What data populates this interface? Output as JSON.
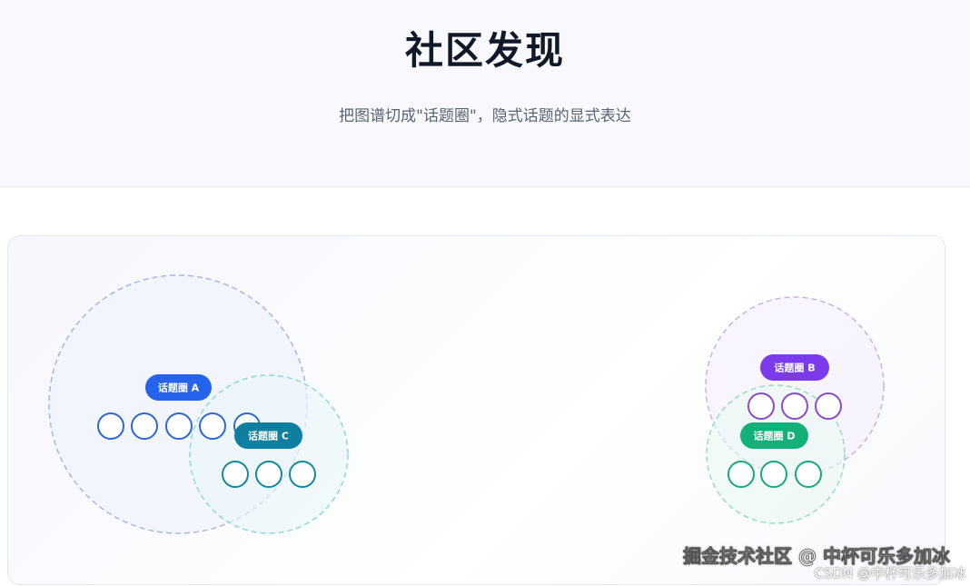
{
  "header": {
    "title": "社区发现",
    "subtitle": "把图谱切成\"话题圈\"，隐式话题的显式表达"
  },
  "communities": [
    {
      "key": "a",
      "label": "话题圈 A",
      "color": "#2563eb",
      "node_color": "#2f66d0",
      "ring_color": "#a9b4e8",
      "nodes": 5
    },
    {
      "key": "c",
      "label": "话题圈 C",
      "color": "#0e7f9e",
      "node_color": "#14899a",
      "ring_color": "#8fd8d8",
      "nodes": 3
    },
    {
      "key": "b",
      "label": "话题圈 B",
      "color": "#7c3aed",
      "node_color": "#8b4bc9",
      "ring_color": "#c5b2ec",
      "nodes": 3
    },
    {
      "key": "d",
      "label": "话题圈 D",
      "color": "#14b07a",
      "node_color": "#1aa878",
      "ring_color": "#98dcc0",
      "nodes": 3
    }
  ],
  "watermark": {
    "line1": "掘金技术社区 @ 中杯可乐多加冰",
    "line2": "CSDN @中杯可乐多加冰"
  }
}
